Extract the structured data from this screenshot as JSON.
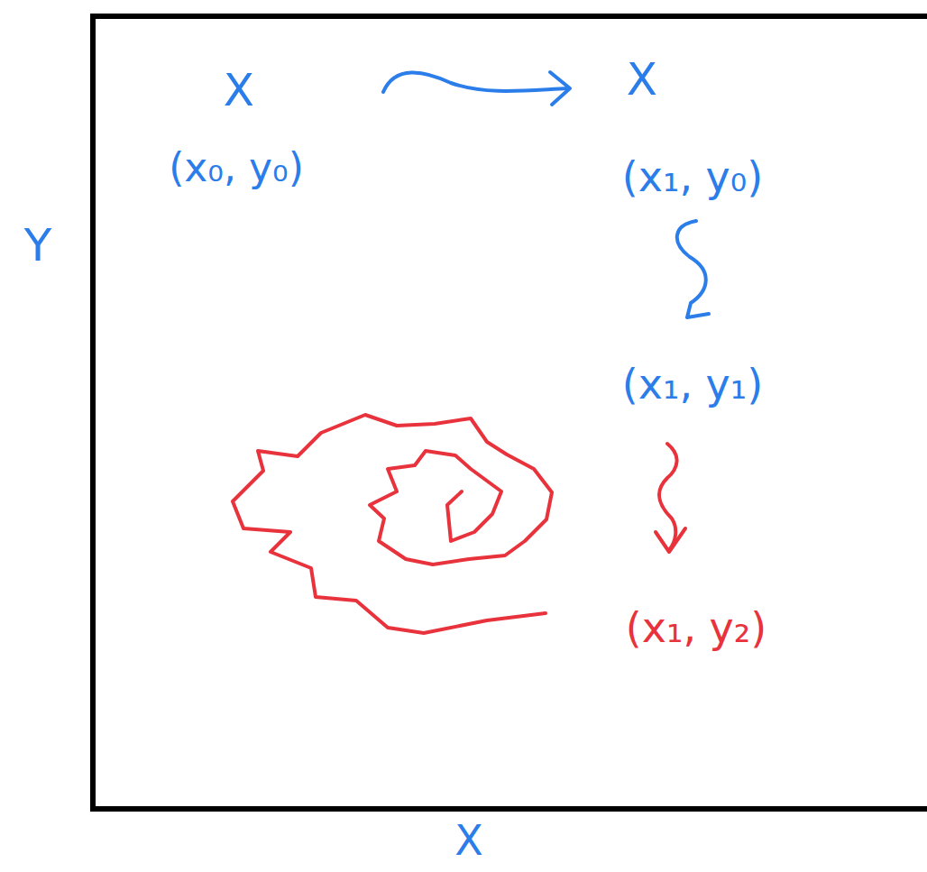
{
  "diagram": {
    "labels": [
      "Y",
      "X",
      "X",
      "X",
      "(x₀, y₀)",
      "(x₁, y₀)",
      "(x₁, y₁)",
      "(x₁, y₂)"
    ]
  }
}
